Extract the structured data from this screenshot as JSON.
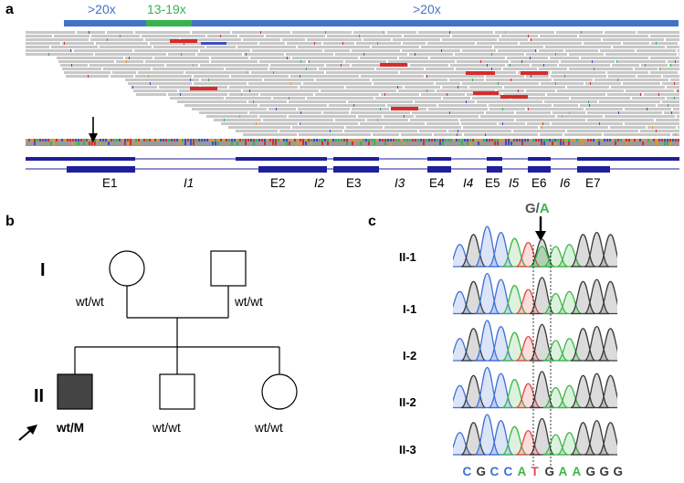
{
  "panel_a": {
    "letter": "a",
    "coverage_segments": [
      {
        "label": ">20x",
        "color": "#4472c4"
      },
      {
        "label": "13-19x",
        "color": "#37b24d"
      },
      {
        "label": ">20x",
        "color": "#4472c4"
      }
    ],
    "features": [
      "E1",
      "I1",
      "E2",
      "I2",
      "E3",
      "I3",
      "E4",
      "I4",
      "E5",
      "I5",
      "E6",
      "I6",
      "E7"
    ],
    "colors": {
      "reads": "#c8c8c8",
      "split_read": "#d62d2d",
      "insert_read": "#3b4fc4",
      "gene": "#1f1f9c"
    }
  },
  "panel_b": {
    "letter": "b",
    "generations": [
      "I",
      "II"
    ],
    "individuals": {
      "I1_genotype": "wt/wt",
      "I2_genotype": "wt/wt",
      "II1_genotype": "wt/M",
      "II2_genotype": "wt/wt",
      "II3_genotype": "wt/wt"
    },
    "colors": {
      "affected": "#444444"
    }
  },
  "panel_c": {
    "letter": "c",
    "variant": {
      "ref": "G",
      "slash": "/",
      "alt": "A"
    },
    "traces": [
      "II-1",
      "I-1",
      "I-2",
      "II-2",
      "II-3"
    ],
    "sequence": [
      "C",
      "G",
      "C",
      "C",
      "A",
      "T",
      "G",
      "A",
      "A",
      "G",
      "G",
      "G"
    ],
    "base_colors": {
      "C": "#3f6fd8",
      "G": "#3a3a3a",
      "A": "#3fb54a",
      "T": "#e24848"
    }
  }
}
